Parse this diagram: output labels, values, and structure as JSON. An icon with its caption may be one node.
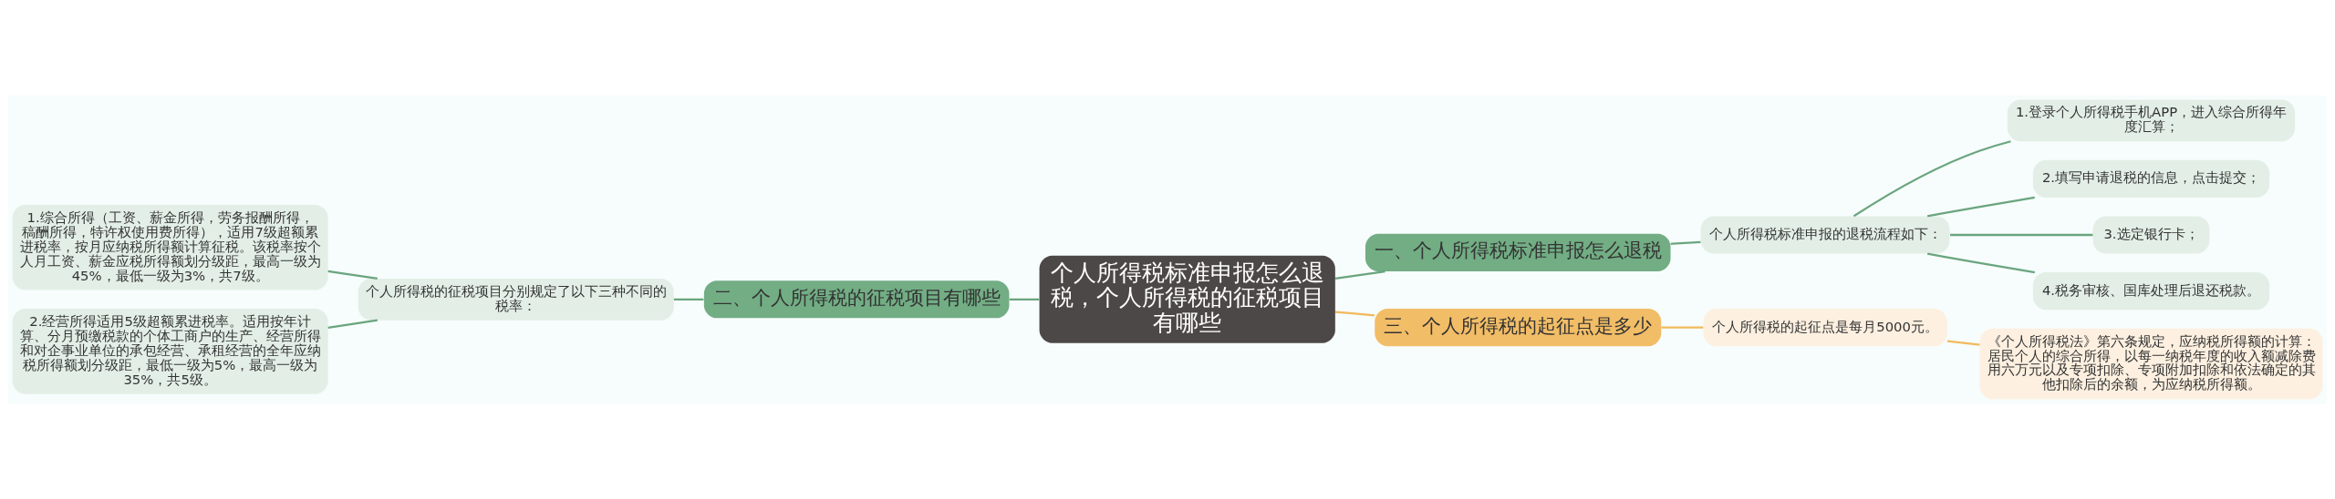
{
  "diagram": {
    "nodes": [
      {
        "text": [
          "个人所得税标准申报怎么退税，个人所得税的征税项目有哪些"
        ]
      },
      {
        "text": [
          "一、个人所得税标准申报怎么退税"
        ]
      },
      {
        "text": [
          "个人所得税标准申报的退税流程如下："
        ]
      },
      {
        "text": [
          "1.登录个人所得税手机APP，进入综合所得年度汇算；"
        ]
      },
      {
        "text": [
          "2.填写申请退税的信息，点击提交；"
        ]
      },
      {
        "text": [
          "3.选定银行卡；"
        ]
      },
      {
        "text": [
          "4.税务审核、国库处理后退还税款。"
        ]
      },
      {
        "text": [
          "二、个人所得税的征税项目有哪些"
        ]
      },
      {
        "text": [
          "个人所得税的征税项目分别规定了以下三种不同的税率："
        ]
      },
      {
        "text": [
          "1.综合所得（工资、薪金所得，劳务报酬所得，稿酬所得，特许权使用费所得），适用7级超额累进税率，按月应纳税所得额计算征税。该税率按个人月工资、薪金应税所得额划分级距，最高一级为45%，最低一级为3%，共7级。"
        ]
      },
      {
        "text": [
          "2.经营所得适用5级超额累进税率。适用按年计算、分月预缴税款的个体工商户的生产、经营所得和对企事业单位的承包经营、承租经营的全年应纳税所得额划分级距，最低一级为5%，最高一级为35%，共5级。"
        ]
      },
      {
        "text": [
          "三、个人所得税的起征点是多少"
        ]
      },
      {
        "text": [
          "个人所得税的起征点是每月5000元。"
        ]
      },
      {
        "text": [
          "《个人所得税法》第六条规定，应纳税所得额的计算：居民个人的综合所得，以每一纳税年度的收入额减除费用六万元以及专项扣除、专项附加扣除和依法确定的其他扣除后的余额，为应纳税所得额。"
        ]
      }
    ],
    "edges": [
      {
        "from": 0,
        "to": 1,
        "arrow": "none"
      },
      {
        "from": 1,
        "to": 2,
        "arrow": "none"
      },
      {
        "from": 2,
        "to": 3,
        "arrow": "none"
      },
      {
        "from": 2,
        "to": 4,
        "arrow": "none"
      },
      {
        "from": 2,
        "to": 5,
        "arrow": "none"
      },
      {
        "from": 2,
        "to": 6,
        "arrow": "none"
      },
      {
        "from": 9,
        "to": 8,
        "arrow": "none"
      },
      {
        "from": 10,
        "to": 8,
        "arrow": "none"
      },
      {
        "from": 8,
        "to": 7,
        "arrow": "none"
      },
      {
        "from": 7,
        "to": 0,
        "arrow": "none"
      },
      {
        "from": 0,
        "to": 11,
        "arrow": "none",
        "color": "#f2b95c"
      },
      {
        "from": 11,
        "to": 12,
        "arrow": "none",
        "color": "#f2b95c"
      },
      {
        "from": 12,
        "to": 13,
        "arrow": "none",
        "color": "#f2b95c"
      }
    ]
  }
}
